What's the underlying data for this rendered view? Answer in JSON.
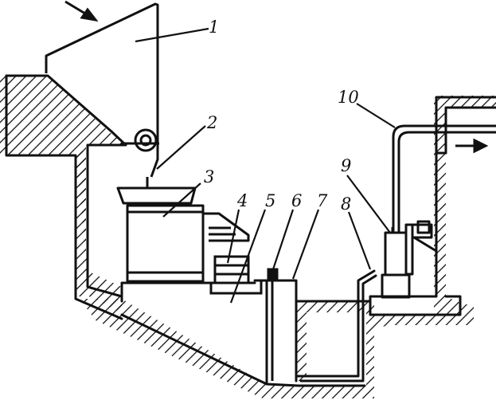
{
  "figure": {
    "callouts": [
      {
        "id": "crusher-hopper",
        "text": "1"
      },
      {
        "id": "feed-chute",
        "text": "2"
      },
      {
        "id": "separator-body",
        "text": "3"
      },
      {
        "id": "tray",
        "text": "4"
      },
      {
        "id": "trough",
        "text": "5"
      },
      {
        "id": "valve",
        "text": "6"
      },
      {
        "id": "sump-pit",
        "text": "7"
      },
      {
        "id": "suction-pipe",
        "text": "8"
      },
      {
        "id": "pump",
        "text": "9"
      },
      {
        "id": "discharge-pipe",
        "text": "10"
      }
    ]
  }
}
